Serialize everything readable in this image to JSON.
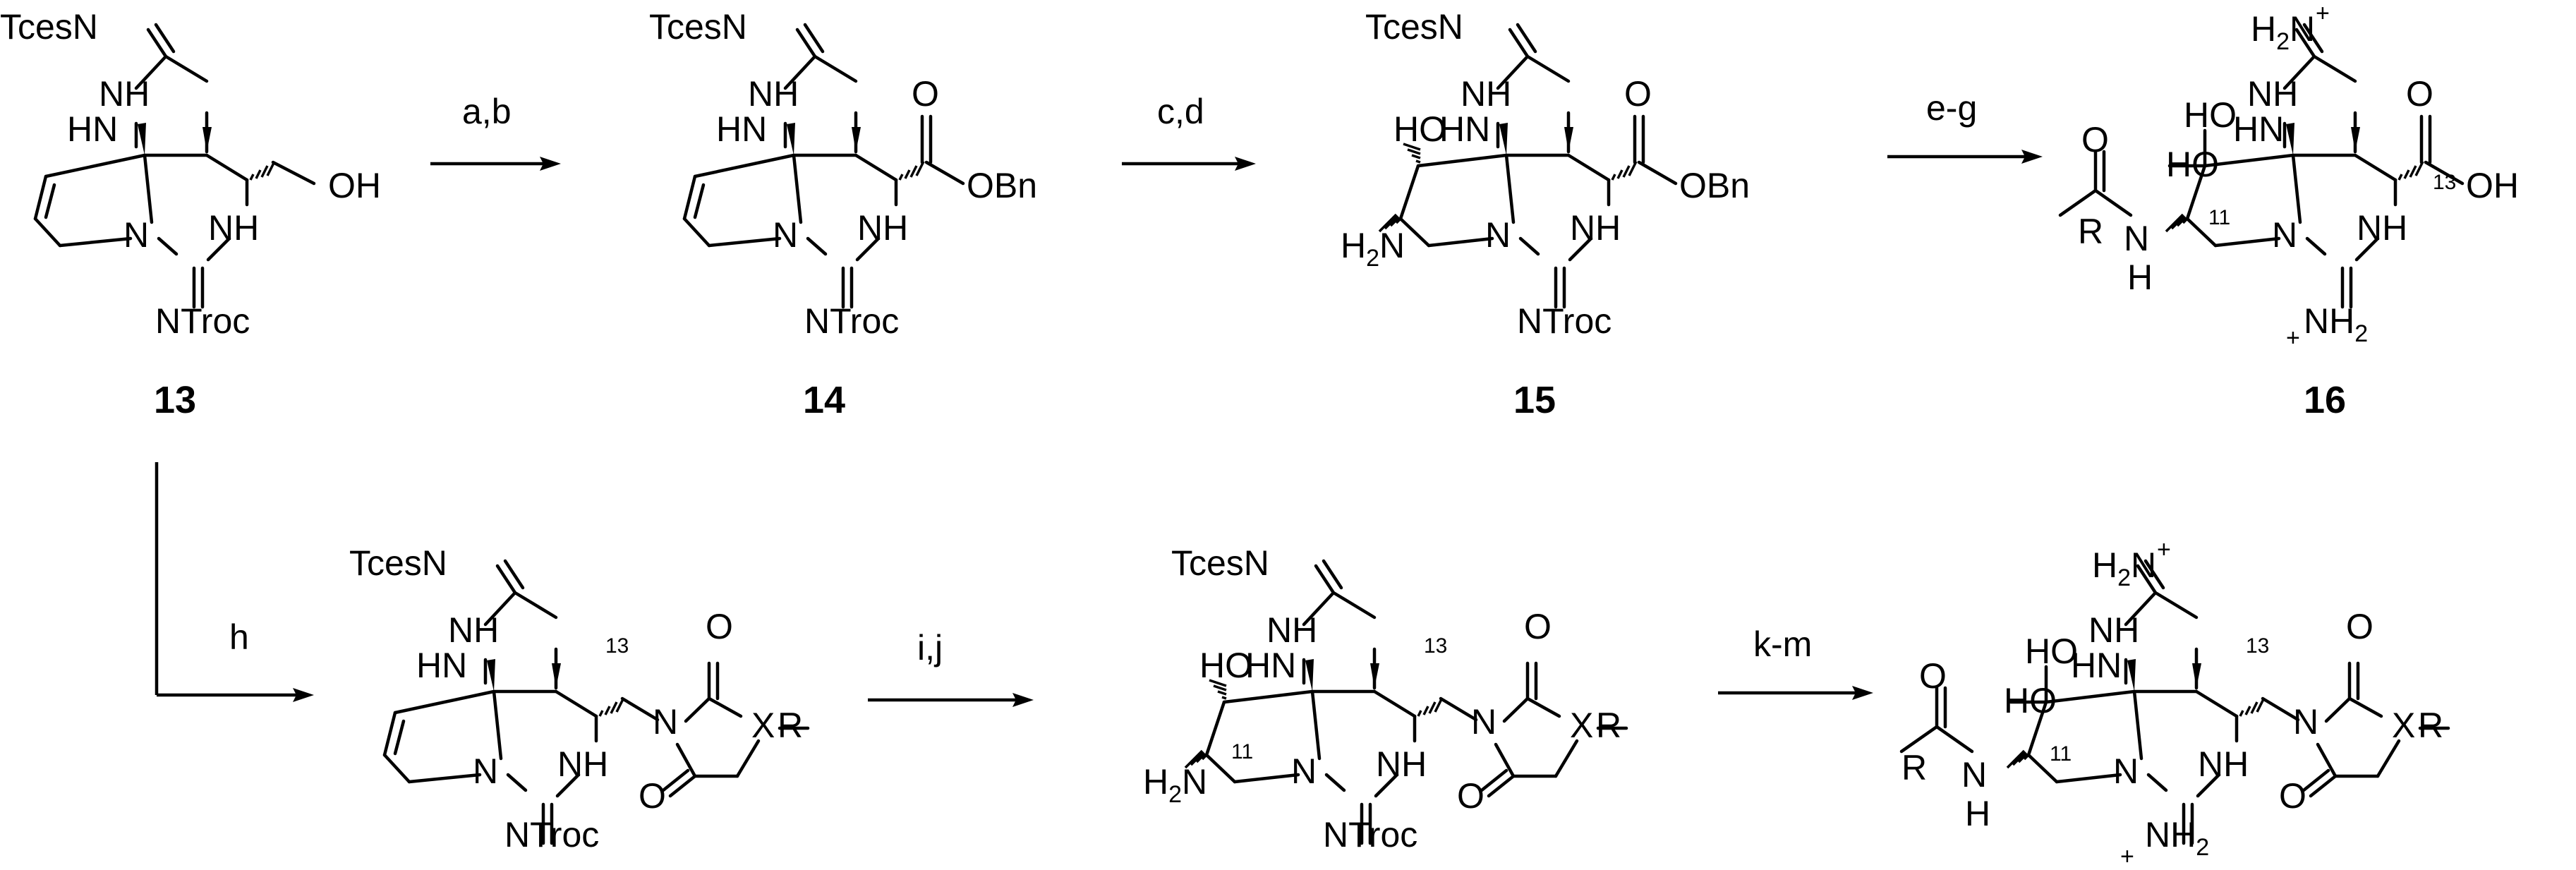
{
  "atoms": {
    "tces_n": "TcesN",
    "hn": "HN",
    "nh": "NH",
    "oh": "OH",
    "ho": "HO",
    "ntroc": "NTroc",
    "n": "N",
    "h2n": "H2N",
    "h2_nplus": "H2N",
    "plus": "+",
    "nh2": "NH2",
    "obn": "OBn",
    "o": "O",
    "r": "R",
    "x": "X",
    "h": "H",
    "dash": "–"
  },
  "numbering": {
    "c11": "11",
    "c13": "13"
  },
  "compounds": [
    "13",
    "14",
    "15",
    "16"
  ],
  "reagents": {
    "step1": "a,b",
    "step2": "c,d",
    "step3": "e-g",
    "step4": "h",
    "step5": "i,j",
    "step6": "k-m"
  },
  "colors": {
    "ink": "#000000",
    "background": "#ffffff"
  }
}
